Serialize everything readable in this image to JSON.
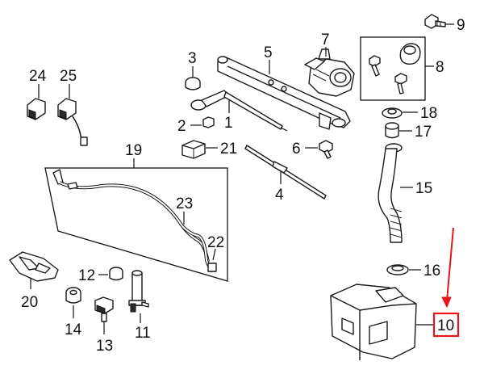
{
  "diagram": {
    "callout_labels": {
      "n1": "1",
      "n2": "2",
      "n3": "3",
      "n4": "4",
      "n5": "5",
      "n6": "6",
      "n7": "7",
      "n8": "8",
      "n9": "9",
      "n10": "10",
      "n11": "11",
      "n12": "12",
      "n13": "13",
      "n14": "14",
      "n15": "15",
      "n16": "16",
      "n17": "17",
      "n18": "18",
      "n19": "19",
      "n20": "20",
      "n21": "21",
      "n22": "22",
      "n23": "23",
      "n24": "24",
      "n25": "25"
    },
    "highlight": {
      "label_ref": "10",
      "box_color": "#e8141b",
      "arrow_color": "#e8141b"
    },
    "colors": {
      "line": "#111111",
      "part_fill": "#ffffff",
      "part_dark": "#2b2b2b"
    }
  }
}
